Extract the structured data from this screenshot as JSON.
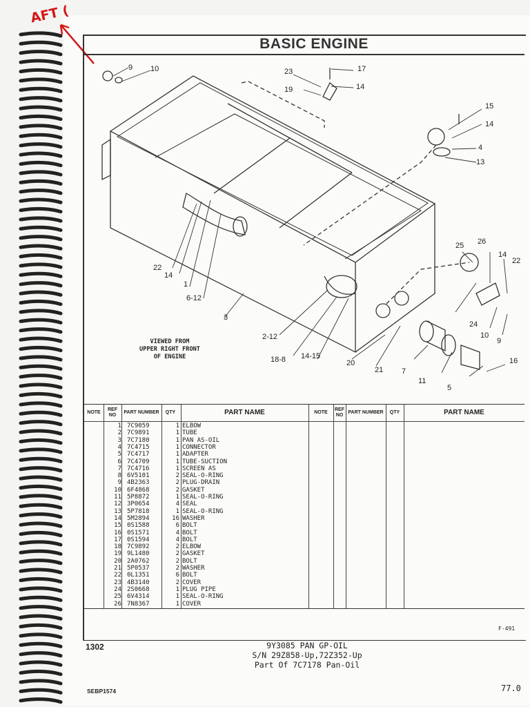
{
  "handwritten_note": "AFT (",
  "title": "BASIC ENGINE",
  "view_note": [
    "VIEWED FROM",
    "UPPER RIGHT FRONT",
    "OF ENGINE"
  ],
  "callouts": [
    "9",
    "10",
    "23",
    "17",
    "19",
    "14",
    "15",
    "14",
    "4",
    "13",
    "25",
    "26",
    "14",
    "22",
    "22",
    "14",
    "1",
    "6-12",
    "3",
    "24",
    "10",
    "9",
    "2-12",
    "14-15",
    "18-8",
    "20",
    "21",
    "7",
    "11",
    "16",
    "5"
  ],
  "table": {
    "headers": {
      "note": "NOTE",
      "ref": "REF NO",
      "part_number": "PART NUMBER",
      "qty": "QTY",
      "part_name": "PART NAME"
    },
    "rows": [
      {
        "ref": "1",
        "pn": "7C9059",
        "qty": "1",
        "name": "ELBOW"
      },
      {
        "ref": "2",
        "pn": "7C9891",
        "qty": "1",
        "name": "TUBE"
      },
      {
        "ref": "3",
        "pn": "7C7180",
        "qty": "1",
        "name": "PAN AS-OIL"
      },
      {
        "ref": "4",
        "pn": "7C4715",
        "qty": "1",
        "name": "CONNECTOR"
      },
      {
        "ref": "5",
        "pn": "7C4717",
        "qty": "1",
        "name": "ADAPTER"
      },
      {
        "ref": "6",
        "pn": "7C4709",
        "qty": "1",
        "name": "TUBE-SUCTION"
      },
      {
        "ref": "7",
        "pn": "7C4716",
        "qty": "1",
        "name": "SCREEN AS"
      },
      {
        "ref": "8",
        "pn": "6V5101",
        "qty": "2",
        "name": "SEAL-O-RING"
      },
      {
        "ref": "9",
        "pn": "4B2363",
        "qty": "2",
        "name": "PLUG-DRAIN"
      },
      {
        "ref": "10",
        "pn": "6F4868",
        "qty": "2",
        "name": "GASKET"
      },
      {
        "ref": "11",
        "pn": "5P8872",
        "qty": "1",
        "name": "SEAL-O-RING"
      },
      {
        "ref": "12",
        "pn": "3P0654",
        "qty": "4",
        "name": "SEAL"
      },
      {
        "ref": "13",
        "pn": "5P7818",
        "qty": "1",
        "name": "SEAL-O-RING"
      },
      {
        "ref": "14",
        "pn": "5M2894",
        "qty": "16",
        "name": "WASHER"
      },
      {
        "ref": "15",
        "pn": "0S1588",
        "qty": "6",
        "name": "BOLT"
      },
      {
        "ref": "16",
        "pn": "0S1571",
        "qty": "4",
        "name": "BOLT"
      },
      {
        "ref": "17",
        "pn": "0S1594",
        "qty": "4",
        "name": "BOLT"
      },
      {
        "ref": "18",
        "pn": "7C9892",
        "qty": "2",
        "name": "ELBOW"
      },
      {
        "ref": "19",
        "pn": "9L1480",
        "qty": "2",
        "name": "GASKET"
      },
      {
        "ref": "20",
        "pn": "2A0762",
        "qty": "2",
        "name": "BOLT"
      },
      {
        "ref": "21",
        "pn": "5P0537",
        "qty": "2",
        "name": "WASHER"
      },
      {
        "ref": "22",
        "pn": "0L1351",
        "qty": "6",
        "name": "BOLT"
      },
      {
        "ref": "23",
        "pn": "4B3140",
        "qty": "2",
        "name": "COVER"
      },
      {
        "ref": "24",
        "pn": "2S0668",
        "qty": "1",
        "name": "PLUG PIPE"
      },
      {
        "ref": "25",
        "pn": "6V4314",
        "qty": "1",
        "name": "SEAL-O-RING"
      },
      {
        "ref": "26",
        "pn": "7N8367",
        "qty": "1",
        "name": "COVER"
      }
    ]
  },
  "figure_code": "F-491",
  "page_number_left": "1302",
  "caption_lines": [
    "9Y3085 PAN GP-OIL",
    "S/N 29Z858-Up,72Z352-Up",
    "Part Of 7C7178 Pan-Oil"
  ],
  "doc_code": "SEBP1574",
  "page_number_right": "77.0"
}
